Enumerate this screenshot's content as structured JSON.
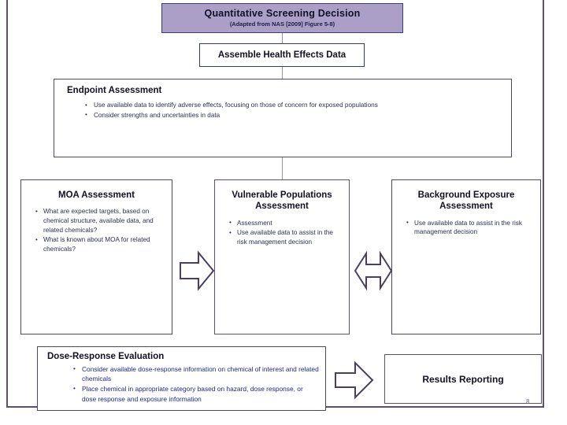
{
  "slide": {
    "page_number": "8"
  },
  "title": {
    "main": "Quantitative Screening Decision",
    "subtitle": "(Adapted from NAS [2009] Figure 5-8)",
    "fill_color": "#ab9fc8",
    "border_color": "#3b3e6e"
  },
  "assemble": {
    "label": "Assemble Health Effects Data"
  },
  "endpoint": {
    "heading": "Endpoint Assessment",
    "bullets": [
      "Use available data to identify adverse effects, focusing on those of concern for exposed populations",
      "Consider strengths and uncertainties in data"
    ]
  },
  "moa": {
    "heading": "MOA Assessment",
    "bullets": [
      "What are expected targets, based on chemical structure, available data, and related chemicals?",
      "What is known about MOA for related chemicals?"
    ]
  },
  "vulnerable": {
    "heading_line1": "Vulnerable Populations",
    "heading_line2": "Assessment",
    "bullets": [
      "Assessment",
      "Use available data to assist in the risk management decision"
    ]
  },
  "background_exposure": {
    "heading_line1": "Background Exposure",
    "heading_line2": "Assessment",
    "bullets": [
      "Use available data to assist in the risk management decision"
    ]
  },
  "dose_response": {
    "heading": "Dose-Response Evaluation",
    "text_color": "#23268c",
    "bullets": [
      "Consider available dose-response information on chemical of interest and related chemicals",
      "Place chemical in appropriate category based on hazard, dose response, or dose response and exposure information"
    ]
  },
  "results": {
    "label": "Results Reporting"
  },
  "arrows": {
    "moa_to_vulnerable": "right-arrow",
    "vulnerable_to_background": "double-arrow",
    "dose_to_results": "right-arrow",
    "stroke_color": "#4a3f5e"
  }
}
